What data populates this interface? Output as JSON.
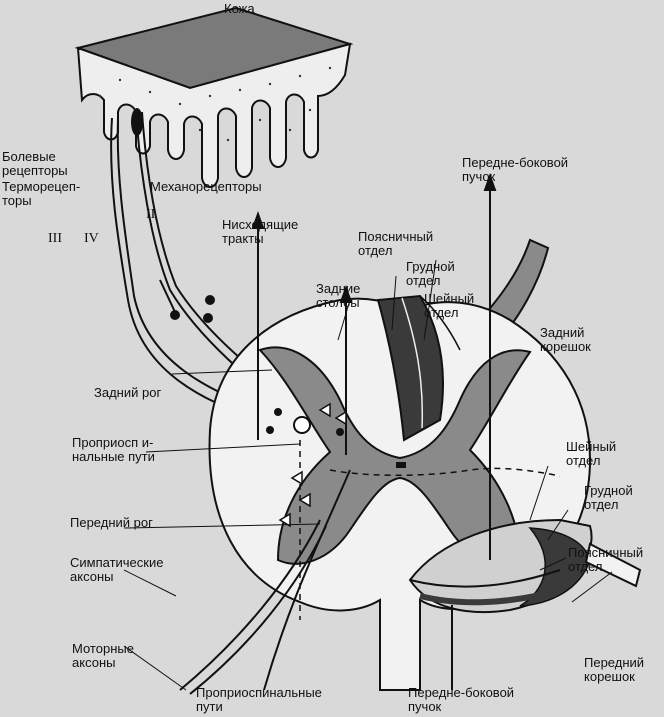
{
  "labels": {
    "skin": "Кожа",
    "pain_receptors": "Болевые\nрецепторы",
    "thermo_receptors": "Терморецеп-\nторы",
    "mechano_receptors": "Механорецепторы",
    "roman_ii": "II",
    "roman_iii": "III",
    "roman_iv": "IV",
    "descending_tracts": "Нисходящие\nтракты",
    "anterolateral_top": "Передне-боковой\nпучок",
    "lumbar_top": "Поясничный\nотдел",
    "thoracic_top": "Грудной\nотдел",
    "cervical_top": "Шейный\nотдел",
    "dorsal_columns": "Задние\nстолбы",
    "dorsal_root": "Задний\nкорешок",
    "dorsal_horn": "Задний рог",
    "propriospinal_paths_left": "Проприосп и-\nнальные пути",
    "ventral_horn": "Передний рог",
    "sympathetic_axons": "Симпатические\nаксоны",
    "motor_axons": "Моторные\nаксоны",
    "propriospinal_paths_bottom": "Проприоспинальные\nпути",
    "anterolateral_bottom": "Передне-боковой\nпучок",
    "ventral_root": "Передний\nкорешок",
    "cervical_right": "Шейный\nотдел",
    "thoracic_right": "Грудной\nотдел",
    "lumbar_right": "Поясничный\nотдел"
  },
  "colors": {
    "gray_matter": "#8a8a8a",
    "white_matter": "#f2f2f2",
    "dark_tract": "#3a3a3a",
    "line": "#111111"
  }
}
